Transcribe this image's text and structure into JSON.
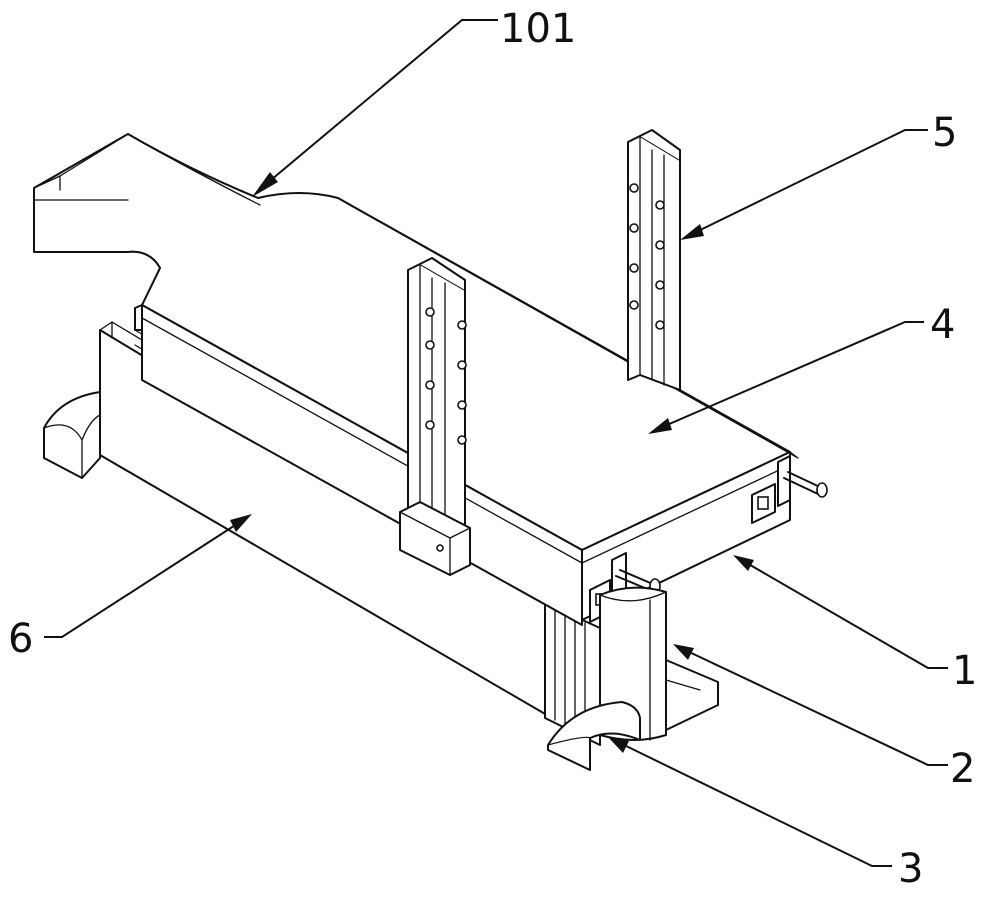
{
  "labels": {
    "l101": "101",
    "l5": "5",
    "l4": "4",
    "l6": "6",
    "l1": "1",
    "l2": "2",
    "l3": "3"
  }
}
